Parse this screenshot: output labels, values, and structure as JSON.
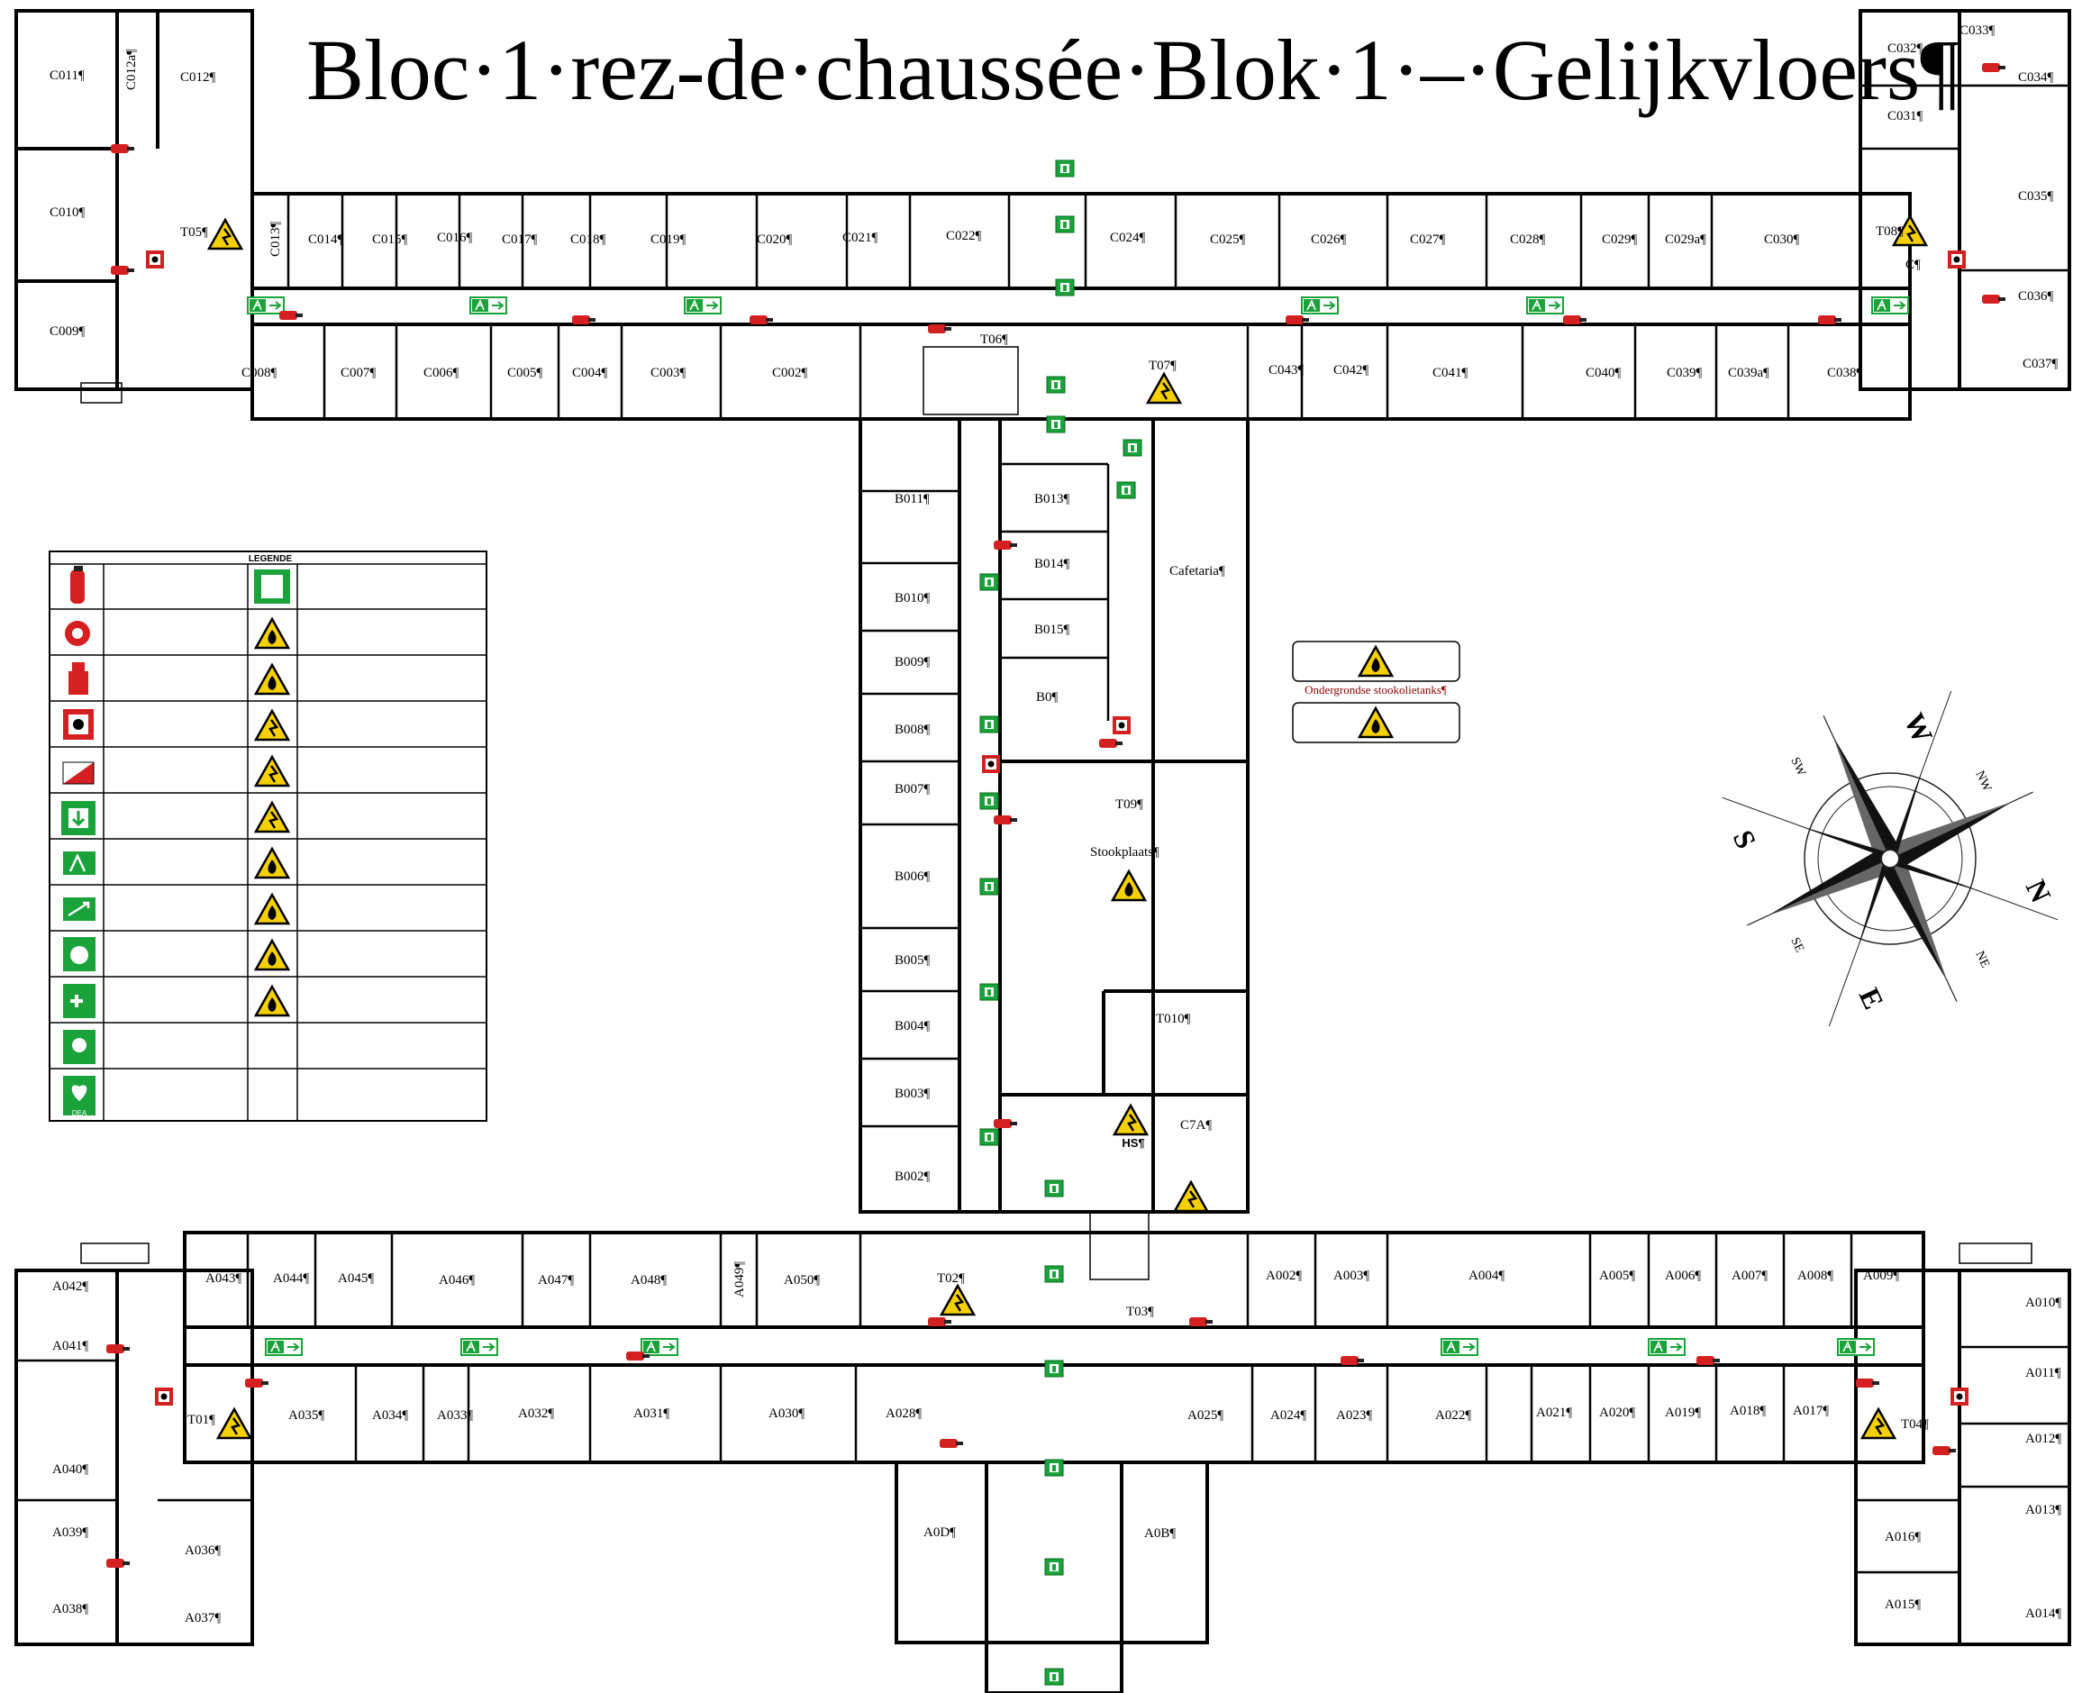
{
  "title": "Bloc·1·rez-de·chaussée·Blok·1·–·Gelijkvloers¶",
  "legend": {
    "header": "LEGENDE"
  },
  "notes": {
    "underground": "Ondergrondse stookolietanks¶",
    "dea": "DEA",
    "hs": "HS¶"
  },
  "compass": {
    "w": "W",
    "s": "S",
    "n": "N",
    "e": "E",
    "nw": "NW",
    "ne": "NE",
    "se": "SE",
    "sw": "SW"
  },
  "rooms": {
    "C011": "C011¶",
    "C012a": "C012a¶",
    "C012": "C012¶",
    "C010": "C010¶",
    "C009": "C009¶",
    "C013": "C013¶",
    "C014": "C014¶",
    "C015": "C015¶",
    "C016": "C016¶",
    "C017": "C017¶",
    "C018": "C018¶",
    "C019": "C019¶",
    "C020": "C020¶",
    "C021": "C021¶",
    "C022": "C022¶",
    "C024": "C024¶",
    "C025": "C025¶",
    "C026": "C026¶",
    "C027": "C027¶",
    "C028": "C028¶",
    "C029": "C029¶",
    "C029a": "C029a¶",
    "C030": "C030¶",
    "C008": "C008¶",
    "C007": "C007¶",
    "C006": "C006¶",
    "C005": "C005¶",
    "C004": "C004¶",
    "C003": "C003¶",
    "C002": "C002¶",
    "C043": "C043¶",
    "C042": "C042¶",
    "C041": "C041¶",
    "C040": "C040¶",
    "C039": "C039¶",
    "C039a": "C039a¶",
    "C038": "C038¶",
    "C032": "C032¶",
    "C033": "C033¶",
    "C034": "C034¶",
    "C031": "C031¶",
    "C035": "C035¶",
    "C": "C¶",
    "C036": "C036¶",
    "C037": "C037¶",
    "T05": "T05¶",
    "T06": "T06¶",
    "T07": "T07¶",
    "T08": "T08¶",
    "T09": "T09¶",
    "T010": "T010¶",
    "T01": "T01¶",
    "T02": "T02¶",
    "T03": "T03¶",
    "T04": "T04¶",
    "B011": "B011¶",
    "B010": "B010¶",
    "B009": "B009¶",
    "B008": "B008¶",
    "B007": "B007¶",
    "B006": "B006¶",
    "B005": "B005¶",
    "B004": "B004¶",
    "B003": "B003¶",
    "B002": "B002¶",
    "B013": "B013¶",
    "B014": "B014¶",
    "B015": "B015¶",
    "B0": "B0¶",
    "Cafetaria": "Cafetaria¶",
    "Stookplaats": "Stookplaats¶",
    "C7A": "C7A¶",
    "A042": "A042¶",
    "A041": "A041¶",
    "A040": "A040¶",
    "A039": "A039¶",
    "A038": "A038¶",
    "A036": "A036¶",
    "A037": "A037¶",
    "A043": "A043¶",
    "A044": "A044¶",
    "A045": "A045¶",
    "A046": "A046¶",
    "A047": "A047¶",
    "A048": "A048¶",
    "A049": "A049¶",
    "A050": "A050¶",
    "A035": "A035¶",
    "A034": "A034¶",
    "A033": "A033¶",
    "A032": "A032¶",
    "A031": "A031¶",
    "A030": "A030¶",
    "A028": "A028¶",
    "A025": "A025¶",
    "A024": "A024¶",
    "A023": "A023¶",
    "A022": "A022¶",
    "A021": "A021¶",
    "A020": "A020¶",
    "A019": "A019¶",
    "A018": "A018¶",
    "A017": "A017¶",
    "A002": "A002¶",
    "A003": "A003¶",
    "A004": "A004¶",
    "A005": "A005¶",
    "A006": "A006¶",
    "A007": "A007¶",
    "A008": "A008¶",
    "A009": "A009¶",
    "A010": "A010¶",
    "A011": "A011¶",
    "A012": "A012¶",
    "A013": "A013¶",
    "A014": "A014¶",
    "A015": "A015¶",
    "A016": "A016¶",
    "A0D": "A0D¶",
    "A0B": "A0B¶"
  },
  "colors": {
    "wall": "#000000",
    "exit": "#1aa33a",
    "extinguisher": "#d42020",
    "hazard": "#f5d000",
    "compass": "#222222"
  },
  "icons": [
    "fire-extinguisher-icon",
    "fire-hose-icon",
    "hydrant-icon",
    "alarm-button-icon",
    "rwa-icon",
    "emergency-exit-icon",
    "exit-route-icon",
    "first-aid-icon",
    "aed-icon",
    "fire-hazard-icon",
    "electric-hazard-icon",
    "toxic-hazard-icon"
  ]
}
